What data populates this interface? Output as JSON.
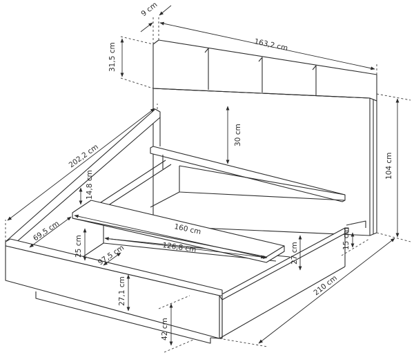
{
  "diagram": {
    "subject": "Bed frame with upholstered headboard — technical dimension drawing",
    "units": "cm",
    "line_color": "#2b2b2b",
    "background": "#ffffff",
    "dimensions": {
      "headboard_depth": "9 cm",
      "headboard_width": "163,2 cm",
      "headboard_panel_height": "31,5 cm",
      "headboard_to_rail": "30 cm",
      "total_height": "104 cm",
      "side_length": "202,2 cm",
      "rail_offset": "14,8 cm",
      "storage_depth": "69,5 cm",
      "inner_width": "160 cm",
      "inner_rail_width": "126,8 cm",
      "storage_inner_depth": "97,5 cm",
      "storage_height": "25 cm",
      "side_height": "27 cm",
      "front_height": "27,1 cm",
      "leg_height": "15 cm",
      "bed_height": "42 cm",
      "total_length": "210 cm"
    }
  }
}
